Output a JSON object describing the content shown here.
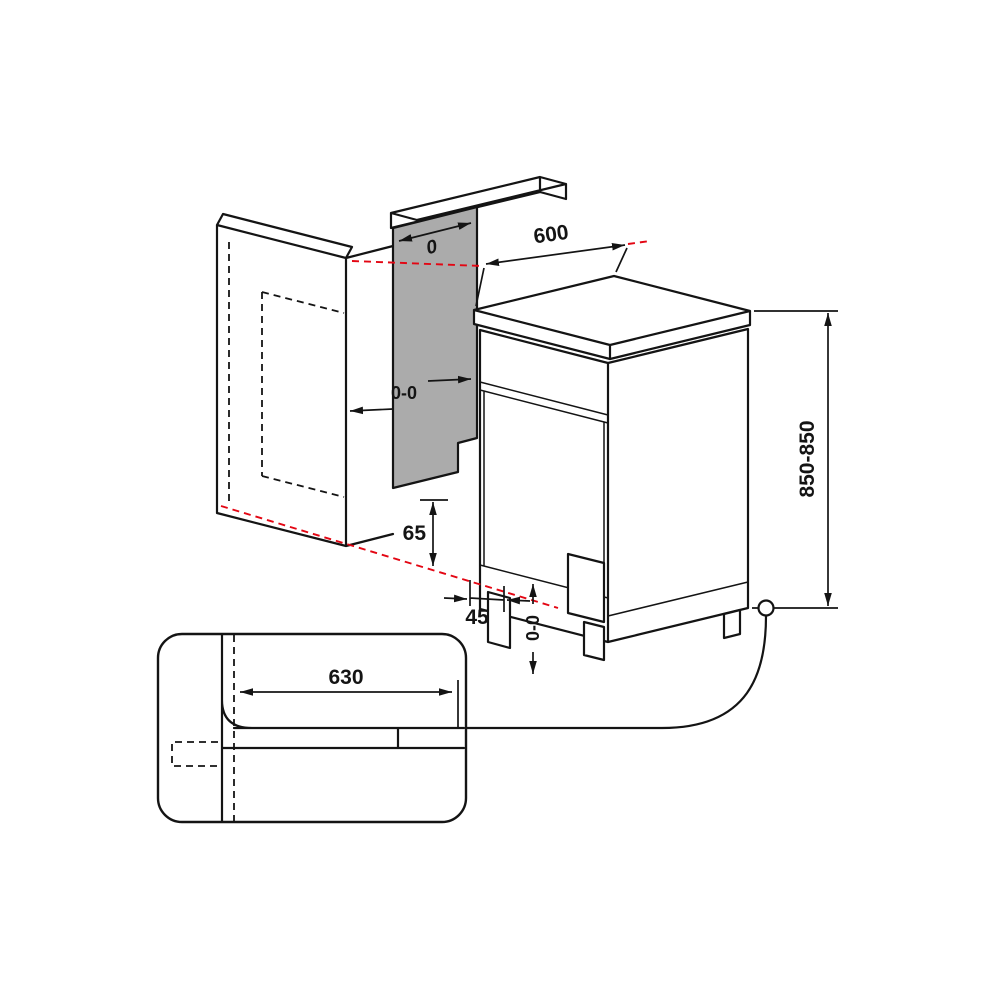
{
  "diagram": {
    "dimensions": {
      "top_gap": "0",
      "depth_top": "600",
      "side_clearance": "0-0",
      "height_range": "850-850",
      "plinth_height": "65",
      "foot_adjust": "45",
      "bottom_clearance": "0-0",
      "detail_depth": "630"
    },
    "colors": {
      "panel_fill": "#ababab",
      "guide_red": "#e30613",
      "line": "#141414",
      "background": "#ffffff"
    }
  }
}
